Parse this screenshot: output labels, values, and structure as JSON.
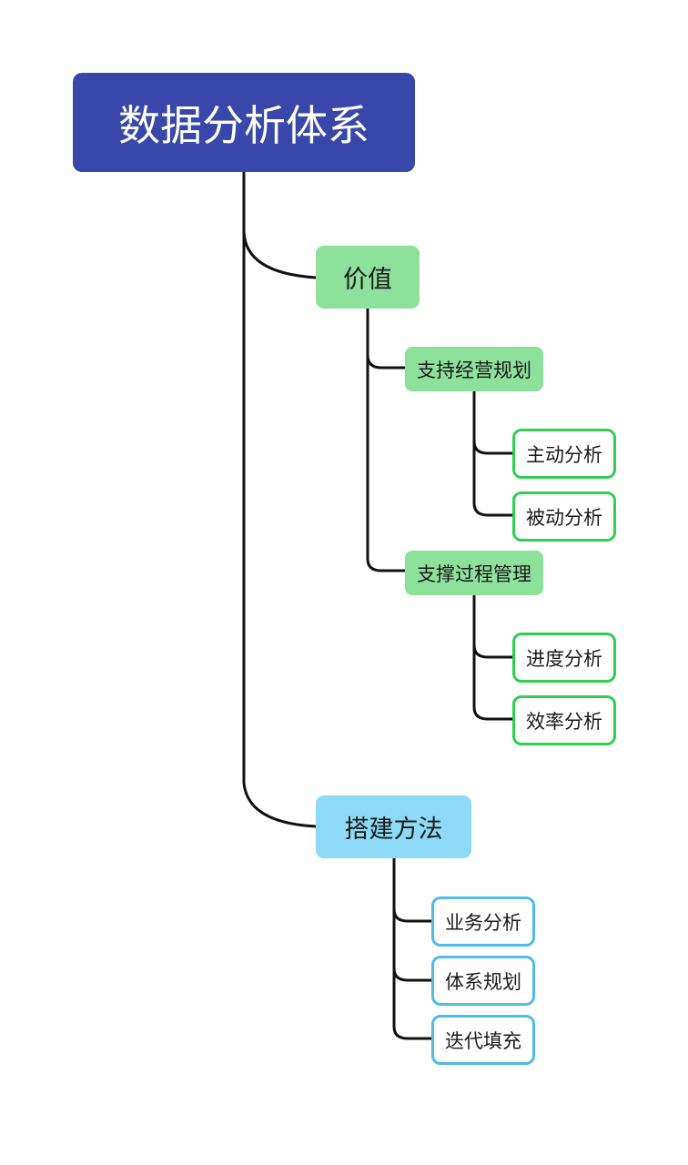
{
  "root": {
    "label": "数据分析体系",
    "color": "#3a47aa"
  },
  "branches": [
    {
      "label": "价值",
      "color": "#8ee19a",
      "children": [
        {
          "label": "支持经营规划",
          "children": [
            {
              "label": "主动分析"
            },
            {
              "label": "被动分析"
            }
          ]
        },
        {
          "label": "支撑过程管理",
          "children": [
            {
              "label": "进度分析"
            },
            {
              "label": "效率分析"
            }
          ]
        }
      ]
    },
    {
      "label": "搭建方法",
      "color": "#8ddaf7",
      "children": [
        {
          "label": "业务分析"
        },
        {
          "label": "体系规划"
        },
        {
          "label": "迭代填充"
        }
      ]
    }
  ]
}
